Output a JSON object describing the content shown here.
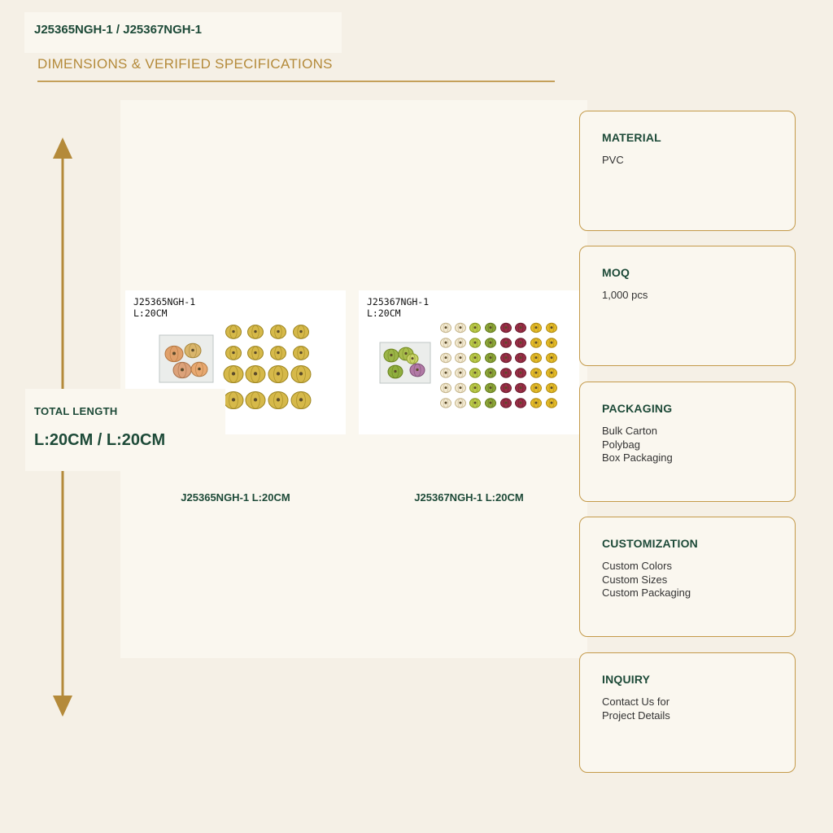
{
  "header": {
    "title": "J25365NGH-1 / J25367NGH-1",
    "subtitle": "DIMENSIONS & VERIFIED SPECIFICATIONS"
  },
  "colors": {
    "accent_gold": "#b48a3a",
    "brand_green": "#1d4a38",
    "background": "#f5f0e6",
    "card_bg": "#faf7ef"
  },
  "products": [
    {
      "code": "J25365NGH-1",
      "length": "L:20CM",
      "caption": "J25365NGH-1  L:20CM"
    },
    {
      "code": "J25367NGH-1",
      "length": "L:20CM",
      "caption": "J25367NGH-1  L:20CM"
    }
  ],
  "total": {
    "label": "TOTAL LENGTH",
    "value": "L:20CM / L:20CM"
  },
  "specs": [
    {
      "title": "MATERIAL",
      "lines": [
        "PVC"
      ]
    },
    {
      "title": "MOQ",
      "lines": [
        "1,000 pcs"
      ]
    },
    {
      "title": "PACKAGING",
      "lines": [
        "Bulk Carton",
        "Polybag",
        "Box Packaging"
      ]
    },
    {
      "title": "CUSTOMIZATION",
      "lines": [
        "Custom Colors",
        "Custom Sizes",
        "Custom Packaging"
      ]
    },
    {
      "title": "INQUIRY",
      "lines": [
        "Contact Us for",
        "Project Details"
      ]
    }
  ]
}
